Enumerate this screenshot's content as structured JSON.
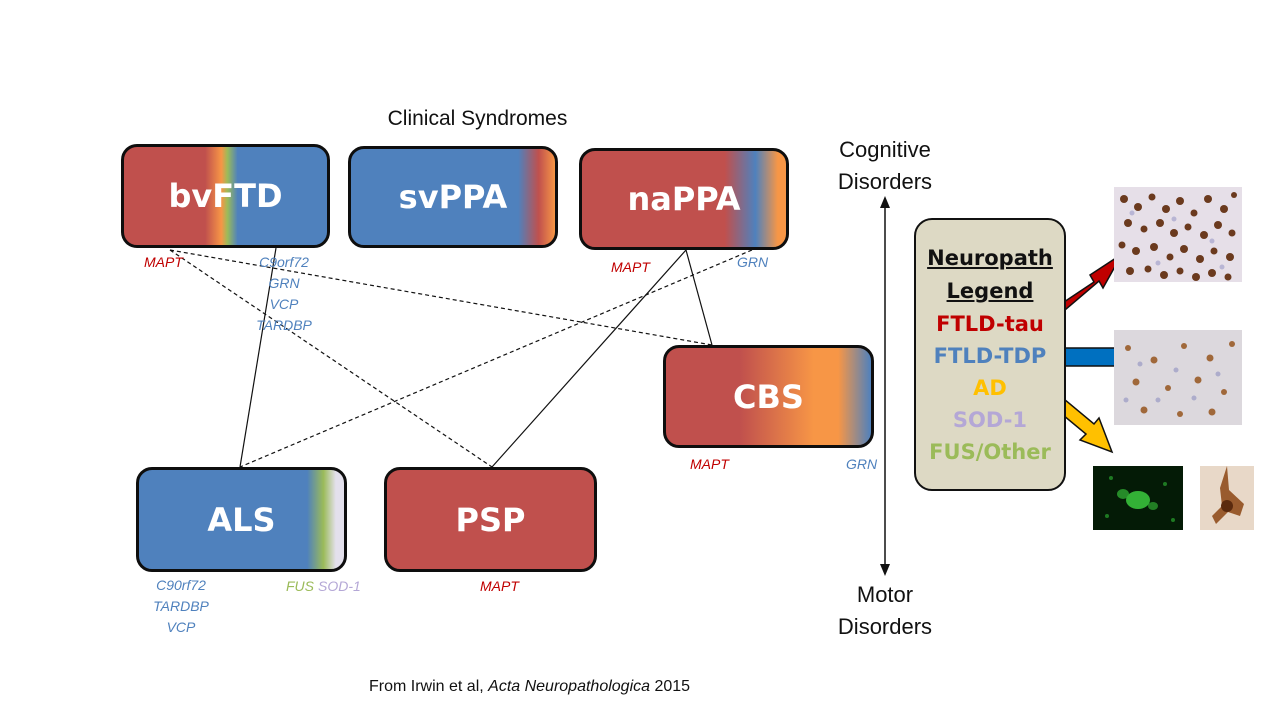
{
  "title": "Clinical Syndromes",
  "syndromes": {
    "bvftd": "bvFTD",
    "svppa": "svPPA",
    "nappa": "naPPA",
    "cbs": "CBS",
    "als": "ALS",
    "psp": "PSP"
  },
  "genes": {
    "bvftd_red": "MAPT",
    "bvftd_blue": [
      "C9orf72",
      "GRN",
      "VCP",
      "TARDBP"
    ],
    "nappa_red": "MAPT",
    "nappa_blue": "GRN",
    "cbs_red": "MAPT",
    "cbs_blue": "GRN",
    "als_blue": [
      "C90rf72",
      "TARDBP",
      "VCP"
    ],
    "als_green": "FUS",
    "als_purple": "SOD-1",
    "psp_red": "MAPT"
  },
  "axis": {
    "top_line1": "Cognitive",
    "top_line2": "Disorders",
    "bottom_line1": "Motor",
    "bottom_line2": "Disorders"
  },
  "legend": {
    "title_line1": "Neuropath",
    "title_line2": "Legend",
    "items": [
      "FTLD-tau",
      "FTLD-TDP",
      "AD",
      "SOD-1",
      "FUS/Other"
    ]
  },
  "colors": {
    "tau": "#c00000",
    "tdp": "#4f81bd",
    "ad": "#ffc000",
    "sod1": "#b4a7d6",
    "fus": "#9bbb59",
    "legend_bg": "#ddd9c4"
  },
  "citation": {
    "prefix": "From Irwin et al, ",
    "journal": "Acta Neuropathologica",
    "year": " 2015"
  }
}
